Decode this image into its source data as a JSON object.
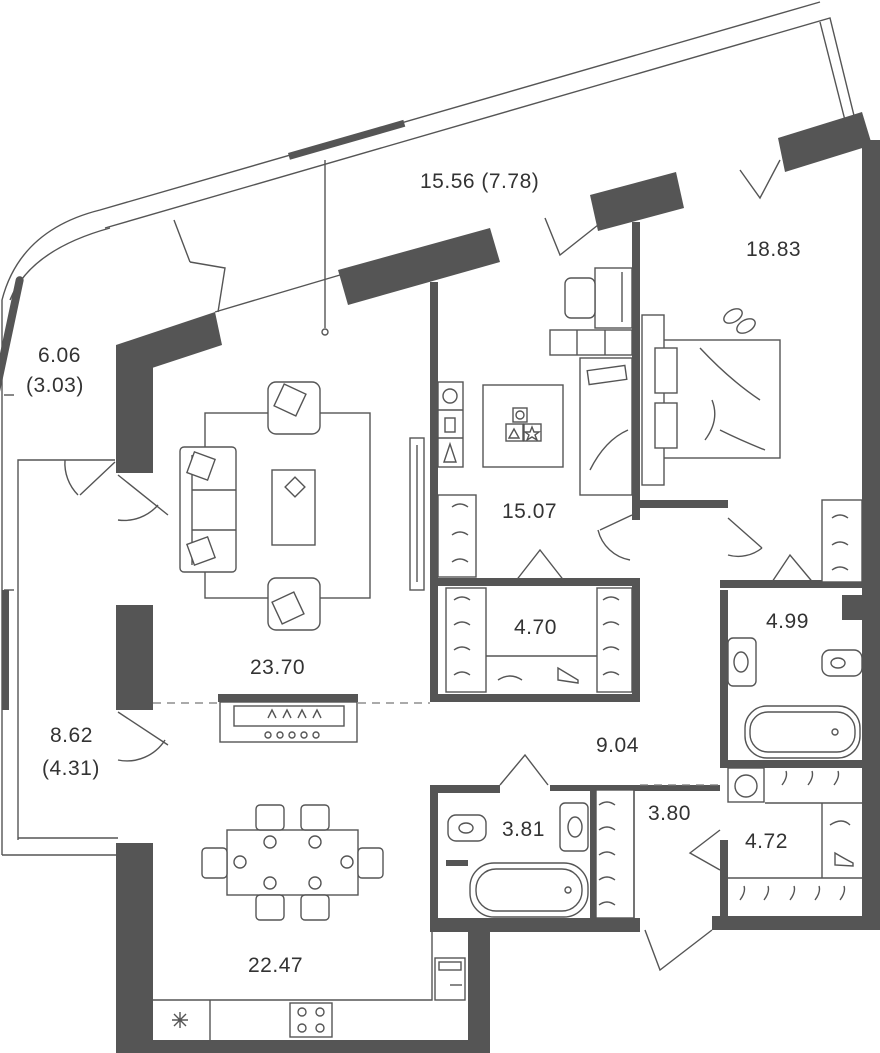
{
  "colors": {
    "wall": "#555555",
    "line": "#555555",
    "text": "#333333",
    "background": "#ffffff"
  },
  "rooms": [
    {
      "id": "loggia_top",
      "label": "15.56 (7.78)"
    },
    {
      "id": "bedroom",
      "label": "18.83"
    },
    {
      "id": "loggia_left",
      "label_line1": "6.06",
      "label_line2": "(3.03)"
    },
    {
      "id": "kids_room",
      "label": "15.07"
    },
    {
      "id": "living_room",
      "label": "23.70"
    },
    {
      "id": "wardrobe_mid",
      "label": "4.70"
    },
    {
      "id": "master_bath",
      "label": "4.99"
    },
    {
      "id": "balcony_left",
      "label_line1": "8.62",
      "label_line2": "(4.31)"
    },
    {
      "id": "hallway",
      "label": "9.04"
    },
    {
      "id": "bathroom_small",
      "label": "3.81"
    },
    {
      "id": "corridor",
      "label": "3.80"
    },
    {
      "id": "wardrobe_right",
      "label": "4.72"
    },
    {
      "id": "kitchen",
      "label": "22.47"
    }
  ],
  "icons": [
    "sofa-icon",
    "armchair-icon",
    "coffee-table-icon",
    "tv-icon",
    "fireplace-icon",
    "dining-table-icon",
    "chair-icon",
    "bed-icon",
    "slippers-icon",
    "desk-icon",
    "toy-cube-icon",
    "bathtub-icon",
    "sink-icon",
    "toilet-icon",
    "washing-machine-icon",
    "hanger-icon",
    "shoe-icon",
    "stove-icon",
    "oven-icon",
    "fridge-icon",
    "lamp-icon"
  ]
}
